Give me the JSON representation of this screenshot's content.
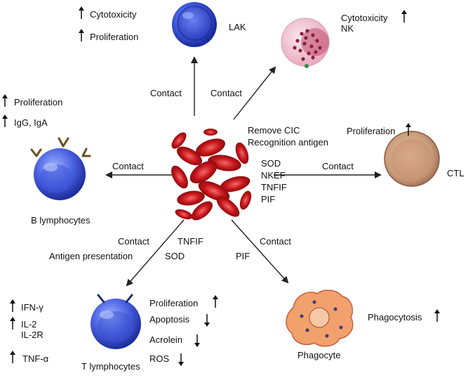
{
  "colors": {
    "arrow": "#222222",
    "rbc": "#c8151a",
    "lymphocyte_blue": "#3a56d6",
    "phagocyte": "#f0a070",
    "ctl": "#c79a7a",
    "nk": "#f2c6d2"
  },
  "cells": {
    "lak": "LAK",
    "nk": "Cytotoxicity\nNK",
    "ctl": "CTL",
    "b": "B lymphocytes",
    "t": "T lymphocytes",
    "phagocyte": "Phagocyte"
  },
  "center_text": {
    "remove": "Remove CIC",
    "recognition": "Recognition antigen",
    "sod": "SOD",
    "nkef": "NKEF",
    "tnfif": "TNFIF",
    "pif": "PIF"
  },
  "arrow_labels": {
    "contact_lak": "Contact",
    "contact_nk": "Contact",
    "contact_b": "Contact",
    "contact_ctl": "Contact",
    "contact_t": "Contact",
    "antigen_presentation": "Antigen presentation",
    "tnfif": "TNFIF",
    "sod": "SOD",
    "contact_phago": "Contact",
    "pif": "PIF"
  },
  "effects": {
    "lak": [
      {
        "text": "Cytotoxicity",
        "dir": "up"
      },
      {
        "text": "Proliferation",
        "dir": "up"
      }
    ],
    "nk": [
      {
        "text": "Cytotoxicity",
        "dir": "up"
      }
    ],
    "b": [
      {
        "text": "Proliferation",
        "dir": "up"
      },
      {
        "text": "IgG, IgA",
        "dir": "up"
      }
    ],
    "ctl": [
      {
        "text": "Proliferation",
        "dir": "up"
      }
    ],
    "t_left": [
      {
        "text": "IFN-γ",
        "dir": "up"
      },
      {
        "text": "IL-2",
        "dir": "up"
      },
      {
        "text": "IL-2R",
        "dir": "none"
      },
      {
        "text": "TNF-α",
        "dir": "up"
      }
    ],
    "t_right": [
      {
        "text": "Proliferation",
        "dir": "up"
      },
      {
        "text": "Apoptosis",
        "dir": "down"
      },
      {
        "text": "Acrolein",
        "dir": "down"
      },
      {
        "text": "ROS",
        "dir": "down"
      }
    ],
    "phagocyte": [
      {
        "text": "Phagocytosis",
        "dir": "up"
      }
    ]
  }
}
